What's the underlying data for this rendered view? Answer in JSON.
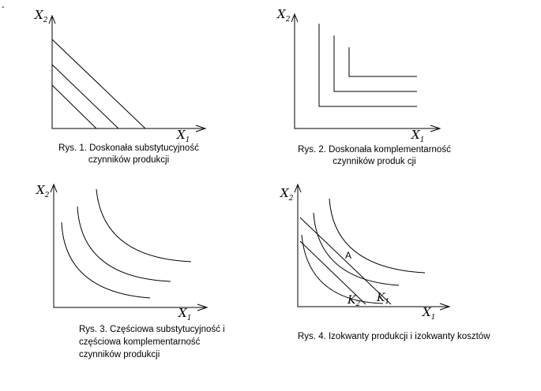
{
  "page_mark": "-",
  "figures": [
    {
      "id": "fig1",
      "axes": {
        "y_main": "X",
        "y_sub": "2",
        "x_main": "X",
        "x_sub": "1"
      },
      "caption": [
        "Rys. 1. Doskonała substytucyjność",
        "czynników produkcji"
      ]
    },
    {
      "id": "fig2",
      "axes": {
        "y_main": "X",
        "y_sub": "2",
        "x_main": "X",
        "x_sub": "1"
      },
      "caption": [
        "Rys. 2. Doskonała komplementarność",
        "czynników produk cji"
      ]
    },
    {
      "id": "fig3",
      "axes": {
        "y_main": "X",
        "y_sub": "2",
        "x_main": "X",
        "x_sub": "1"
      },
      "caption": [
        "Rys. 3. Częściowa substytucyjność i",
        "częściowa komplementarność",
        "czynników produkcji"
      ]
    },
    {
      "id": "fig4",
      "axes": {
        "y_main": "X",
        "y_sub": "2",
        "x_main": "X",
        "x_sub": "1"
      },
      "point_label": "A",
      "cost_line_labels": [
        {
          "main": "K",
          "sub": "2"
        },
        {
          "main": "K",
          "sub": "1"
        }
      ],
      "caption": [
        "Rys. 4. Izokwanty produkcji i izokwanty kosztów"
      ]
    }
  ]
}
